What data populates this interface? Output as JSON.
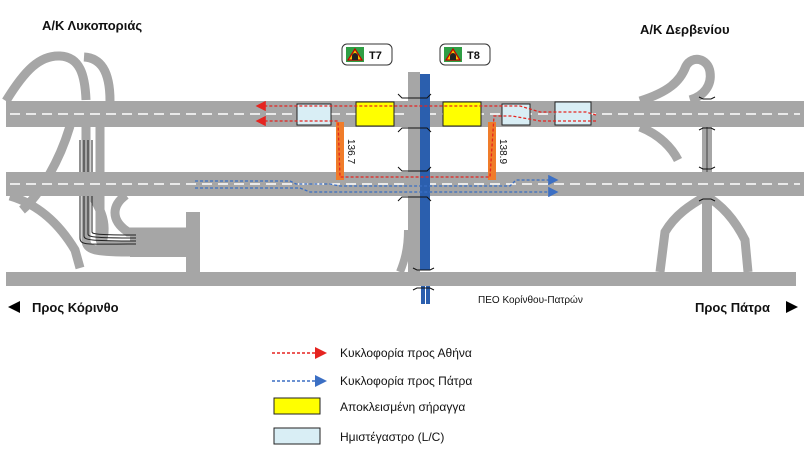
{
  "interchanges": {
    "left": "Α/Κ Λυκοποριάς",
    "right": "Α/Κ Δερβενίου"
  },
  "tunnels": {
    "t7": "Τ7",
    "t8": "Τ8"
  },
  "crossover_km": {
    "left": "136.7",
    "right": "138.9"
  },
  "directions": {
    "left": "Προς Κόρινθο",
    "right": "Προς Πάτρα"
  },
  "old_road": "ΠΕΟ Κορίνθου-Πατρών",
  "legend": {
    "to_athens": "Κυκλοφορία προς Αθήνα",
    "to_patra": "Κυκλοφορία προς Πάτρα",
    "closed_tunnel": "Αποκλεισμένη σήραγγα",
    "semi_gantry": "Ημιστέγαστρο (L/C)"
  },
  "colors": {
    "road": "#a6a6a6",
    "athens_traffic": "#e52420",
    "patra_traffic": "#3b6fc4",
    "closed_tunnel": "#ffff00",
    "semi_gantry": "#d9eef5",
    "crossover": "#f07c2a",
    "rail": "#2b5fae"
  }
}
